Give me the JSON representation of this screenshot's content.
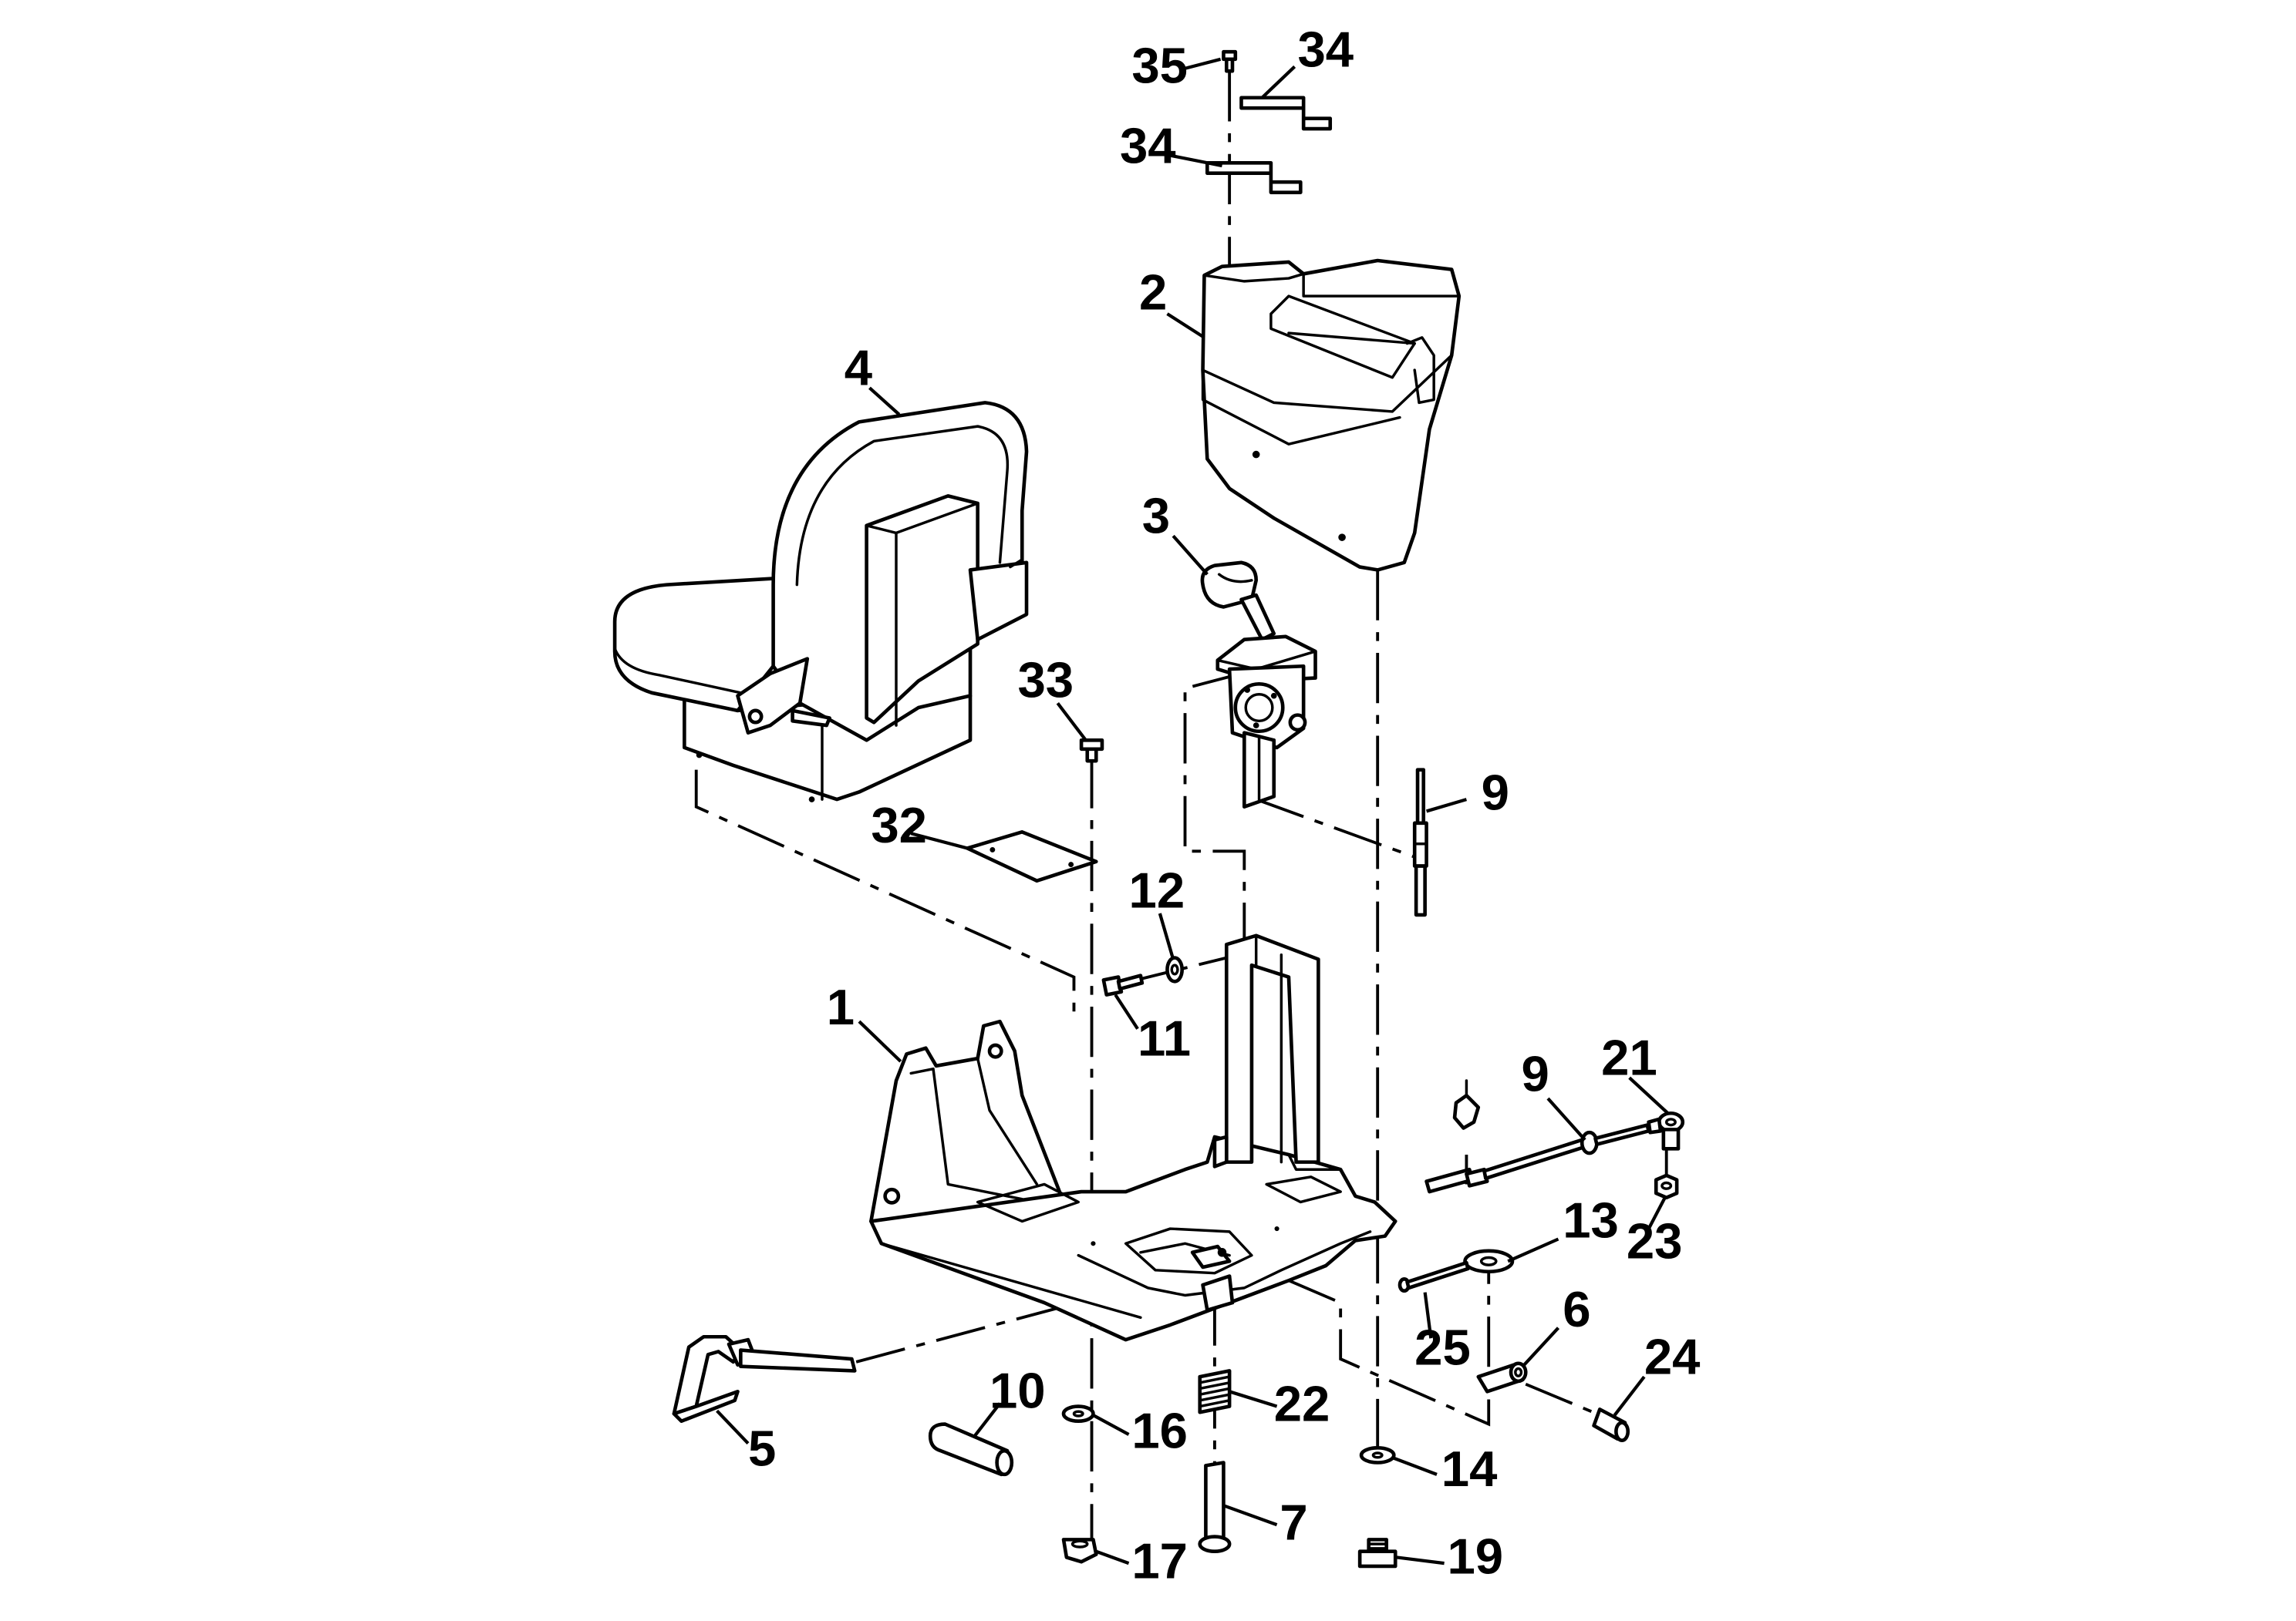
{
  "callouts": [
    {
      "id": "35",
      "label": "35"
    },
    {
      "id": "34a",
      "label": "34"
    },
    {
      "id": "34b",
      "label": "34"
    },
    {
      "id": "2",
      "label": "2"
    },
    {
      "id": "4",
      "label": "4"
    },
    {
      "id": "3",
      "label": "3"
    },
    {
      "id": "33",
      "label": "33"
    },
    {
      "id": "9a",
      "label": "9"
    },
    {
      "id": "32",
      "label": "32"
    },
    {
      "id": "12",
      "label": "12"
    },
    {
      "id": "11",
      "label": "11"
    },
    {
      "id": "1",
      "label": "1"
    },
    {
      "id": "9b",
      "label": "9"
    },
    {
      "id": "21",
      "label": "21"
    },
    {
      "id": "23",
      "label": "23"
    },
    {
      "id": "13",
      "label": "13"
    },
    {
      "id": "25",
      "label": "25"
    },
    {
      "id": "6",
      "label": "6"
    },
    {
      "id": "24",
      "label": "24"
    },
    {
      "id": "22",
      "label": "22"
    },
    {
      "id": "10",
      "label": "10"
    },
    {
      "id": "16",
      "label": "16"
    },
    {
      "id": "5",
      "label": "5"
    },
    {
      "id": "14",
      "label": "14"
    },
    {
      "id": "7",
      "label": "7"
    },
    {
      "id": "17",
      "label": "17"
    },
    {
      "id": "19",
      "label": "19"
    }
  ]
}
